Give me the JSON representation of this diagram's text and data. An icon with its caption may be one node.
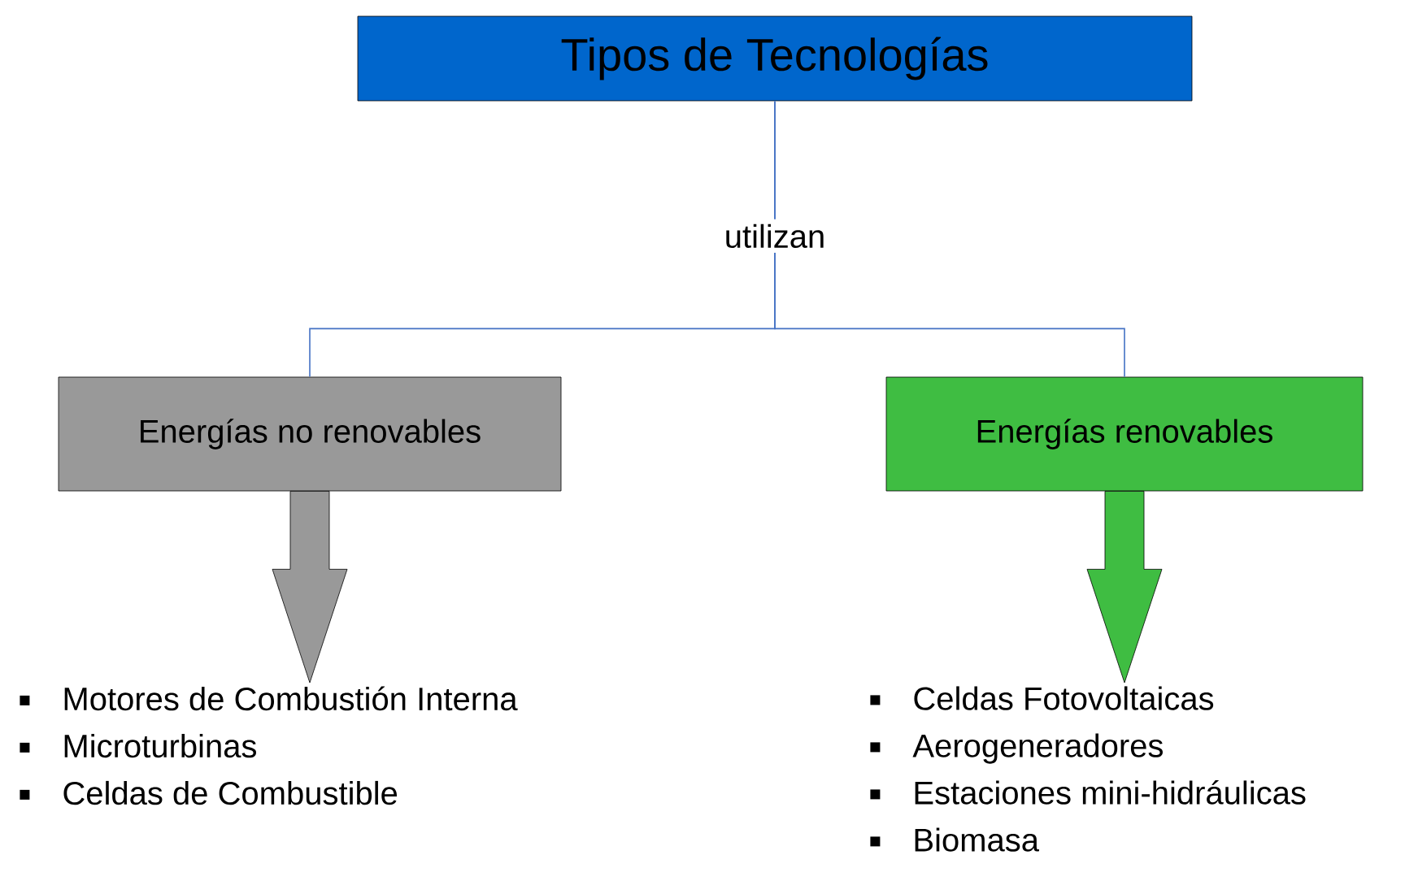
{
  "diagram": {
    "nodes": [
      {
        "text": [
          "Tipos de Tecnologías"
        ]
      },
      {
        "text": [
          "Energías no renovables"
        ]
      },
      {
        "text": [
          "Energías renovables"
        ]
      },
      {
        "text": [
          "Motores de Combustión Interna",
          "Microturbinas",
          "Celdas de Combustible"
        ]
      },
      {
        "text": [
          "Celdas Fotovoltaicas",
          "Aerogeneradores",
          "Estaciones mini-hidráulicas",
          "Biomasa"
        ]
      }
    ],
    "edges": [
      {
        "from": 0,
        "to": 1,
        "arrow": "none",
        "label": "utilizan"
      },
      {
        "from": 0,
        "to": 2,
        "arrow": "none"
      },
      {
        "from": 1,
        "to": 3,
        "arrow": "to",
        "style": "thick",
        "color": "#999999"
      },
      {
        "from": 2,
        "to": 4,
        "arrow": "to",
        "style": "thick",
        "color": "#3fbd42"
      }
    ]
  }
}
